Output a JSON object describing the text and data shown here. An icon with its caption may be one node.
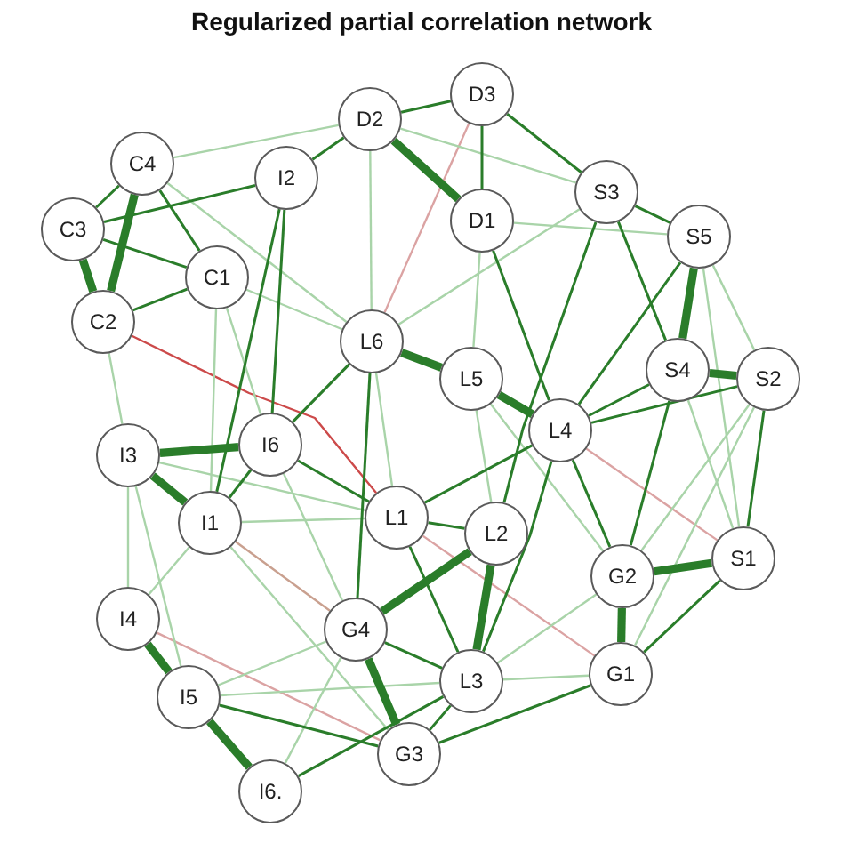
{
  "diagram": {
    "title": "Regularized partial correlation network",
    "nodes": [
      {
        "text": [
          "D3"
        ]
      },
      {
        "text": [
          "D2"
        ]
      },
      {
        "text": [
          "C4"
        ]
      },
      {
        "text": [
          "I2"
        ]
      },
      {
        "text": [
          "S3"
        ]
      },
      {
        "text": [
          "D1"
        ]
      },
      {
        "text": [
          "C3"
        ]
      },
      {
        "text": [
          "S5"
        ]
      },
      {
        "text": [
          "C1"
        ]
      },
      {
        "text": [
          "C2"
        ]
      },
      {
        "text": [
          "L6"
        ]
      },
      {
        "text": [
          "S4"
        ]
      },
      {
        "text": [
          "L5"
        ]
      },
      {
        "text": [
          "S2"
        ]
      },
      {
        "text": [
          "L4"
        ]
      },
      {
        "text": [
          "I6"
        ]
      },
      {
        "text": [
          "I3"
        ]
      },
      {
        "text": [
          "L1"
        ]
      },
      {
        "text": [
          "I1"
        ]
      },
      {
        "text": [
          "L2"
        ]
      },
      {
        "text": [
          "S1"
        ]
      },
      {
        "text": [
          "G2"
        ]
      },
      {
        "text": [
          "I4"
        ]
      },
      {
        "text": [
          "G4"
        ]
      },
      {
        "text": [
          "G1"
        ]
      },
      {
        "text": [
          "L3"
        ]
      },
      {
        "text": [
          "I5"
        ]
      },
      {
        "text": [
          "G3"
        ]
      },
      {
        "text": [
          "I6."
        ]
      }
    ],
    "edges": [
      {
        "from": 1,
        "to": 0,
        "arrow": "none"
      },
      {
        "from": 0,
        "to": 5,
        "arrow": "none"
      },
      {
        "from": 1,
        "to": 5,
        "arrow": "none",
        "style": "thick"
      },
      {
        "from": 0,
        "to": 4,
        "arrow": "none"
      },
      {
        "from": 4,
        "to": 7,
        "arrow": "none"
      },
      {
        "from": 7,
        "to": 11,
        "arrow": "none",
        "style": "thick"
      },
      {
        "from": 7,
        "to": 14,
        "arrow": "none"
      },
      {
        "from": 4,
        "to": 11,
        "arrow": "none"
      },
      {
        "from": 4,
        "to": 19,
        "arrow": "none"
      },
      {
        "from": 5,
        "to": 14,
        "arrow": "none"
      },
      {
        "from": 2,
        "to": 6,
        "arrow": "none"
      },
      {
        "from": 2,
        "to": 9,
        "arrow": "none",
        "style": "thick"
      },
      {
        "from": 2,
        "to": 8,
        "arrow": "none"
      },
      {
        "from": 6,
        "to": 9,
        "arrow": "none",
        "style": "thick"
      },
      {
        "from": 6,
        "to": 8,
        "arrow": "none"
      },
      {
        "from": 8,
        "to": 9,
        "arrow": "none"
      },
      {
        "from": 6,
        "to": 3,
        "arrow": "none"
      },
      {
        "from": 3,
        "to": 1,
        "arrow": "none"
      },
      {
        "from": 3,
        "to": 15,
        "arrow": "none"
      },
      {
        "from": 3,
        "to": 18,
        "arrow": "none"
      },
      {
        "from": 15,
        "to": 16,
        "arrow": "none",
        "style": "thick"
      },
      {
        "from": 16,
        "to": 18,
        "arrow": "none",
        "style": "thick"
      },
      {
        "from": 15,
        "to": 18,
        "arrow": "none"
      },
      {
        "from": 15,
        "to": 10,
        "arrow": "none"
      },
      {
        "from": 15,
        "to": 17,
        "arrow": "none"
      },
      {
        "from": 10,
        "to": 12,
        "arrow": "none",
        "style": "thick"
      },
      {
        "from": 12,
        "to": 14,
        "arrow": "none",
        "style": "thick"
      },
      {
        "from": 10,
        "to": 23,
        "arrow": "none"
      },
      {
        "from": 14,
        "to": 11,
        "arrow": "none"
      },
      {
        "from": 14,
        "to": 13,
        "arrow": "none"
      },
      {
        "from": 11,
        "to": 13,
        "arrow": "none",
        "style": "thick"
      },
      {
        "from": 13,
        "to": 20,
        "arrow": "none"
      },
      {
        "from": 20,
        "to": 21,
        "arrow": "none",
        "style": "thick"
      },
      {
        "from": 20,
        "to": 24,
        "arrow": "none"
      },
      {
        "from": 21,
        "to": 24,
        "arrow": "none",
        "style": "thick"
      },
      {
        "from": 14,
        "to": 17,
        "arrow": "none"
      },
      {
        "from": 14,
        "to": 25,
        "arrow": "none"
      },
      {
        "from": 14,
        "to": 21,
        "arrow": "none"
      },
      {
        "from": 17,
        "to": 19,
        "arrow": "none"
      },
      {
        "from": 19,
        "to": 25,
        "arrow": "none",
        "style": "thick"
      },
      {
        "from": 23,
        "to": 19,
        "arrow": "none",
        "style": "thick"
      },
      {
        "from": 23,
        "to": 27,
        "arrow": "none",
        "style": "thick"
      },
      {
        "from": 17,
        "to": 25,
        "arrow": "none"
      },
      {
        "from": 22,
        "to": 26,
        "arrow": "none",
        "style": "thick"
      },
      {
        "from": 26,
        "to": 28,
        "arrow": "none",
        "style": "thick"
      },
      {
        "from": 26,
        "to": 27,
        "arrow": "none"
      },
      {
        "from": 28,
        "to": 25,
        "arrow": "none"
      },
      {
        "from": 27,
        "to": 24,
        "arrow": "none"
      },
      {
        "from": 27,
        "to": 25,
        "arrow": "none"
      },
      {
        "from": 11,
        "to": 21,
        "arrow": "none"
      },
      {
        "from": 23,
        "to": 25,
        "arrow": "none"
      },
      {
        "from": 9,
        "to": 17,
        "arrow": "none",
        "color": "#cc4a4a"
      },
      {
        "from": 14,
        "to": 20,
        "arrow": "none",
        "color": "#dba3a3"
      },
      {
        "from": 22,
        "to": 27,
        "arrow": "none",
        "color": "#dba3a3"
      },
      {
        "from": 18,
        "to": 23,
        "arrow": "none",
        "color": "#c9a08f"
      },
      {
        "from": 17,
        "to": 24,
        "arrow": "none",
        "color": "#dba3a3"
      },
      {
        "from": 0,
        "to": 10,
        "arrow": "none",
        "color": "#dba3a3"
      },
      {
        "from": 2,
        "to": 1,
        "arrow": "none",
        "color": "#a9d4a9"
      },
      {
        "from": 1,
        "to": 10,
        "arrow": "none",
        "color": "#a9d4a9"
      },
      {
        "from": 4,
        "to": 10,
        "arrow": "none",
        "color": "#a9d4a9"
      },
      {
        "from": 7,
        "to": 13,
        "arrow": "none",
        "color": "#a9d4a9"
      },
      {
        "from": 7,
        "to": 20,
        "arrow": "none",
        "color": "#a9d4a9"
      },
      {
        "from": 13,
        "to": 21,
        "arrow": "none",
        "color": "#a9d4a9"
      },
      {
        "from": 11,
        "to": 20,
        "arrow": "none",
        "color": "#a9d4a9"
      },
      {
        "from": 21,
        "to": 25,
        "arrow": "none",
        "color": "#a9d4a9"
      },
      {
        "from": 25,
        "to": 24,
        "arrow": "none",
        "color": "#a9d4a9"
      },
      {
        "from": 26,
        "to": 23,
        "arrow": "none",
        "color": "#a9d4a9"
      },
      {
        "from": 26,
        "to": 25,
        "arrow": "none",
        "color": "#a9d4a9"
      },
      {
        "from": 28,
        "to": 23,
        "arrow": "none",
        "color": "#a9d4a9"
      },
      {
        "from": 16,
        "to": 26,
        "arrow": "none",
        "color": "#a9d4a9"
      },
      {
        "from": 8,
        "to": 10,
        "arrow": "none",
        "color": "#a9d4a9"
      },
      {
        "from": 8,
        "to": 15,
        "arrow": "none",
        "color": "#a9d4a9"
      },
      {
        "from": 10,
        "to": 17,
        "arrow": "none",
        "color": "#a9d4a9"
      },
      {
        "from": 12,
        "to": 19,
        "arrow": "none",
        "color": "#a9d4a9"
      },
      {
        "from": 12,
        "to": 21,
        "arrow": "none",
        "color": "#a9d4a9"
      },
      {
        "from": 5,
        "to": 12,
        "arrow": "none",
        "color": "#a9d4a9"
      },
      {
        "from": 5,
        "to": 7,
        "arrow": "none",
        "color": "#a9d4a9"
      },
      {
        "from": 9,
        "to": 16,
        "arrow": "none",
        "color": "#a9d4a9"
      },
      {
        "from": 16,
        "to": 22,
        "arrow": "none",
        "color": "#a9d4a9"
      },
      {
        "from": 18,
        "to": 22,
        "arrow": "none",
        "color": "#a9d4a9"
      },
      {
        "from": 13,
        "to": 24,
        "arrow": "none",
        "color": "#a9d4a9"
      },
      {
        "from": 2,
        "to": 10,
        "arrow": "none",
        "color": "#a9d4a9"
      },
      {
        "from": 18,
        "to": 17,
        "arrow": "none",
        "color": "#a9d4a9"
      },
      {
        "from": 18,
        "to": 27,
        "arrow": "none",
        "color": "#a9d4a9"
      },
      {
        "from": 15,
        "to": 23,
        "arrow": "none",
        "color": "#a9d4a9"
      },
      {
        "from": 1,
        "to": 4,
        "arrow": "none",
        "color": "#a9d4a9"
      },
      {
        "from": 8,
        "to": 18,
        "arrow": "none",
        "color": "#a9d4a9"
      },
      {
        "from": 16,
        "to": 17,
        "arrow": "none",
        "color": "#a9d4a9"
      }
    ]
  }
}
